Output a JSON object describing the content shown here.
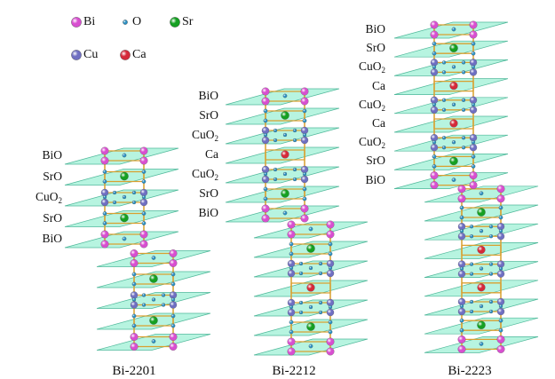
{
  "legend": [
    {
      "label": "Bi",
      "color": "#d84fd0",
      "icon": "bi-atom-icon"
    },
    {
      "label": "O",
      "color": "#2a8fc2",
      "icon": "o-atom-icon"
    },
    {
      "label": "Sr",
      "color": "#15a022",
      "icon": "sr-atom-icon"
    },
    {
      "label": "Cu",
      "color": "#6f6fc2",
      "icon": "cu-atom-icon"
    },
    {
      "label": "Ca",
      "color": "#d52a3a",
      "icon": "ca-atom-icon"
    }
  ],
  "structures": [
    {
      "name": "Bi-2201",
      "layers": [
        {
          "base": "BiO"
        },
        {
          "base": "SrO"
        },
        {
          "base": "CuO",
          "sub": "2"
        },
        {
          "base": "SrO"
        },
        {
          "base": "BiO"
        }
      ]
    },
    {
      "name": "Bi-2212",
      "layers": [
        {
          "base": "BiO"
        },
        {
          "base": "SrO"
        },
        {
          "base": "CuO",
          "sub": "2"
        },
        {
          "base": "Ca"
        },
        {
          "base": "CuO",
          "sub": "2"
        },
        {
          "base": "SrO"
        },
        {
          "base": "BiO"
        }
      ]
    },
    {
      "name": "Bi-2223",
      "layers": [
        {
          "base": "BiO"
        },
        {
          "base": "SrO"
        },
        {
          "base": "CuO",
          "sub": "2"
        },
        {
          "base": "Ca"
        },
        {
          "base": "CuO",
          "sub": "2"
        },
        {
          "base": "Ca"
        },
        {
          "base": "CuO",
          "sub": "2"
        },
        {
          "base": "SrO"
        },
        {
          "base": "BiO"
        }
      ]
    }
  ],
  "colors": {
    "plane_fill": "#9ff0d6",
    "plane_edge": "#4fb89a",
    "bond": "#d9a030"
  }
}
